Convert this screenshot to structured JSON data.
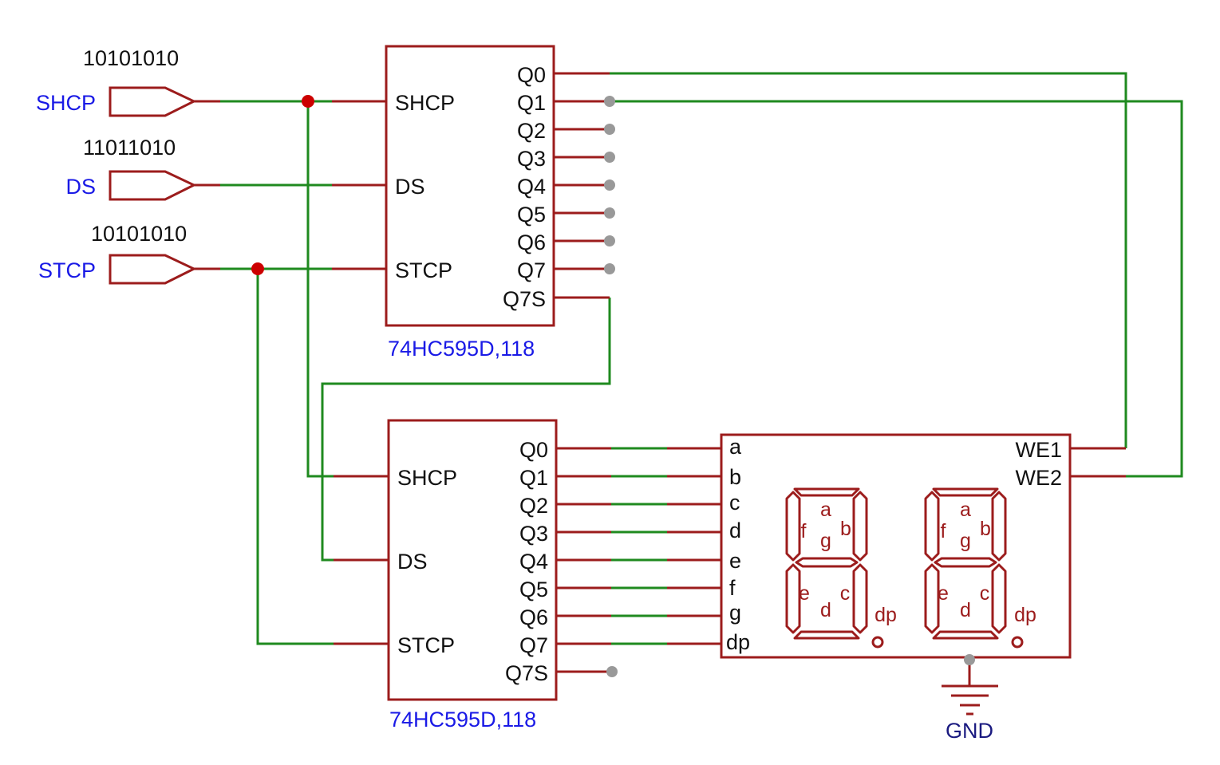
{
  "colors": {
    "wire": "#1f8a1f",
    "component": "#9c1c1c",
    "net_label": "#1a1ae6",
    "junction": "#cc0000",
    "no_connect": "#999999",
    "ground_label": "#1a1a80"
  },
  "inputs": [
    {
      "name": "SHCP",
      "signal": "10101010"
    },
    {
      "name": "DS",
      "signal": "11011010"
    },
    {
      "name": "STCP",
      "signal": "10101010"
    }
  ],
  "chip_top": {
    "part": "74HC595D,118",
    "left_pins": [
      "SHCP",
      "DS",
      "STCP"
    ],
    "right_pins": [
      "Q0",
      "Q1",
      "Q2",
      "Q3",
      "Q4",
      "Q5",
      "Q6",
      "Q7",
      "Q7S"
    ]
  },
  "chip_bottom": {
    "part": "74HC595D,118",
    "left_pins": [
      "SHCP",
      "DS",
      "STCP"
    ],
    "right_pins": [
      "Q0",
      "Q1",
      "Q2",
      "Q3",
      "Q4",
      "Q5",
      "Q6",
      "Q7",
      "Q7S"
    ]
  },
  "display": {
    "left_pins": [
      "a",
      "b",
      "c",
      "d",
      "e",
      "f",
      "g",
      "dp"
    ],
    "right_pins": [
      "WE1",
      "WE2"
    ],
    "segment_labels": {
      "a": "a",
      "b": "b",
      "c": "c",
      "d": "d",
      "e": "e",
      "f": "f",
      "g": "g",
      "dp": "dp"
    }
  },
  "ground": {
    "label": "GND"
  }
}
